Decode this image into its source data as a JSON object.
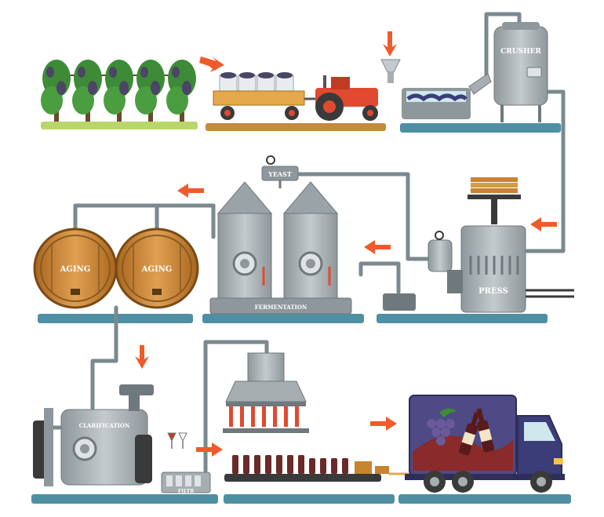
{
  "labels": {
    "crusher": "CRUSHER",
    "yeast": "YEAST",
    "fermentation": "FERMENTATION",
    "aging_1": "AGING",
    "aging_2": "AGING",
    "press": "PRESS",
    "clarification": "CLARIFICATION",
    "filter": "FILTR"
  },
  "colors": {
    "arrow": "#f15a2b",
    "pipe": "#7a8a8e",
    "steel": "#a7aeb2",
    "steel_dark": "#6f787c",
    "ground": "#4f8fa3",
    "barrel": "#c8842f",
    "tractor": "#e04a30",
    "vine": "#3d8b37",
    "grape": "#4b4566",
    "truck_cab": "#3b3d78",
    "truck_box": "#4d4a86"
  },
  "icons": {
    "flow_arrow": "arrow-right-icon",
    "down_arrow": "arrow-down-icon",
    "gauge": "gauge-icon"
  }
}
